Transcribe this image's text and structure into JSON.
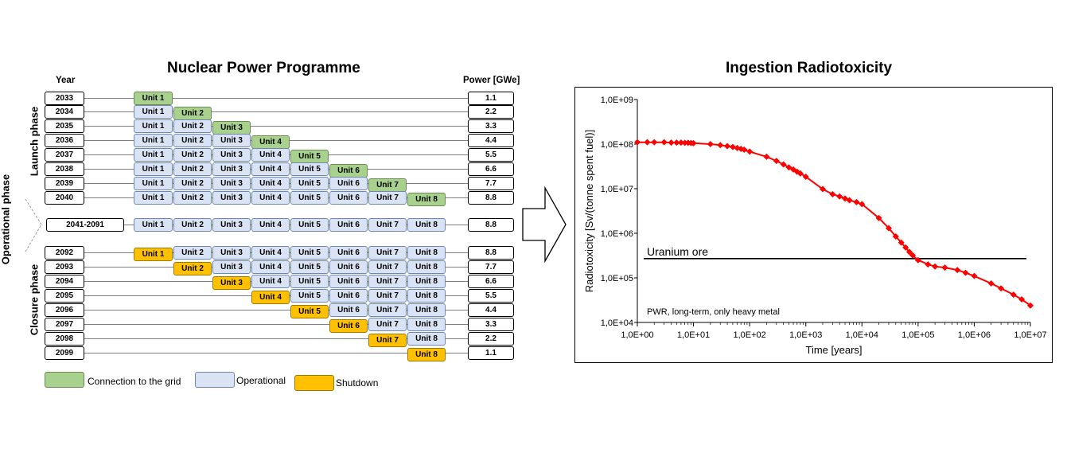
{
  "left": {
    "title": "Nuclear Power Programme",
    "year_header": "Year",
    "power_header": "Power [GWe]",
    "launch_phase_label": "Launch phase",
    "operational_phase_label": "Operational phase",
    "closure_phase_label": "Closure phase",
    "unit_labels": [
      "Unit 1",
      "Unit 2",
      "Unit 3",
      "Unit 4",
      "Unit 5",
      "Unit 6",
      "Unit 7",
      "Unit 8"
    ],
    "rows": [
      {
        "year": "2033",
        "power": "1.1",
        "units": [
          "conn"
        ]
      },
      {
        "year": "2034",
        "power": "2.2",
        "units": [
          "op",
          "conn"
        ]
      },
      {
        "year": "2035",
        "power": "3.3",
        "units": [
          "op",
          "op",
          "conn"
        ]
      },
      {
        "year": "2036",
        "power": "4.4",
        "units": [
          "op",
          "op",
          "op",
          "conn"
        ]
      },
      {
        "year": "2037",
        "power": "5.5",
        "units": [
          "op",
          "op",
          "op",
          "op",
          "conn"
        ]
      },
      {
        "year": "2038",
        "power": "6.6",
        "units": [
          "op",
          "op",
          "op",
          "op",
          "op",
          "conn"
        ]
      },
      {
        "year": "2039",
        "power": "7.7",
        "units": [
          "op",
          "op",
          "op",
          "op",
          "op",
          "op",
          "conn"
        ]
      },
      {
        "year": "2040",
        "power": "8.8",
        "units": [
          "op",
          "op",
          "op",
          "op",
          "op",
          "op",
          "op",
          "conn"
        ]
      },
      {
        "year": "2041-2091",
        "power": "8.8",
        "units": [
          "op",
          "op",
          "op",
          "op",
          "op",
          "op",
          "op",
          "op"
        ]
      },
      {
        "year": "2092",
        "power": "8.8",
        "units": [
          "shut",
          "op",
          "op",
          "op",
          "op",
          "op",
          "op",
          "op"
        ]
      },
      {
        "year": "2093",
        "power": "7.7",
        "units": [
          "",
          "shut",
          "op",
          "op",
          "op",
          "op",
          "op",
          "op"
        ]
      },
      {
        "year": "2094",
        "power": "6.6",
        "units": [
          "",
          "",
          "shut",
          "op",
          "op",
          "op",
          "op",
          "op"
        ]
      },
      {
        "year": "2095",
        "power": "5.5",
        "units": [
          "",
          "",
          "",
          "shut",
          "op",
          "op",
          "op",
          "op"
        ]
      },
      {
        "year": "2096",
        "power": "4.4",
        "units": [
          "",
          "",
          "",
          "",
          "shut",
          "op",
          "op",
          "op"
        ]
      },
      {
        "year": "2097",
        "power": "3.3",
        "units": [
          "",
          "",
          "",
          "",
          "",
          "shut",
          "op",
          "op"
        ]
      },
      {
        "year": "2098",
        "power": "2.2",
        "units": [
          "",
          "",
          "",
          "",
          "",
          "",
          "shut",
          "op"
        ]
      },
      {
        "year": "2099",
        "power": "1.1",
        "units": [
          "",
          "",
          "",
          "",
          "",
          "",
          "",
          "shut"
        ]
      }
    ],
    "legend": {
      "connection": "Connection to the grid",
      "operational": "Operational",
      "shutdown": "Shutdown"
    },
    "colors": {
      "connection": "#a9d18e",
      "operational": "#dae3f3",
      "shutdown": "#ffc000"
    }
  },
  "right": {
    "title": "Ingestion Radiotoxicity"
  },
  "chart_data": {
    "type": "line",
    "title": "",
    "xlabel": "Time [years]",
    "ylabel": "Radiotoxicity [Sv/(tonne spent fuel)]",
    "x_scale": "log",
    "y_scale": "log",
    "xlim": [
      1,
      10000000
    ],
    "ylim": [
      10000,
      1000000000
    ],
    "x_tick_labels": [
      "1,0E+00",
      "1,0E+01",
      "1,0E+02",
      "1,0E+03",
      "1,0E+04",
      "1,0E+05",
      "1,0E+06",
      "1,0E+07"
    ],
    "y_tick_labels": [
      "1,0E+04",
      "1,0E+05",
      "1,0E+06",
      "1,0E+07",
      "1,0E+08",
      "1,0E+09"
    ],
    "grid": false,
    "series": [
      {
        "color": "#ff0000",
        "x": [
          1,
          1.5,
          2,
          3,
          4,
          5,
          6,
          7,
          8,
          9,
          10,
          20,
          30,
          40,
          50,
          60,
          70,
          80,
          100,
          200,
          300,
          400,
          500,
          600,
          700,
          800,
          1000,
          2000,
          3000,
          4000,
          5000,
          6000,
          8000,
          10000,
          20000,
          30000,
          40000,
          50000,
          60000,
          70000,
          80000,
          100000,
          150000,
          200000,
          300000,
          500000,
          700000,
          1000000,
          2000000,
          3000000,
          5000000,
          7000000,
          10000000
        ],
        "y": [
          110000000,
          110000000,
          110000000,
          110000000,
          108000000,
          108000000,
          108000000,
          107000000,
          107000000,
          106000000,
          105000000,
          100000000,
          95000000,
          90000000,
          86000000,
          82000000,
          78000000,
          75000000,
          68000000,
          52000000,
          42000000,
          35000000,
          30000000,
          27000000,
          24000000,
          22000000,
          18500000,
          9800000,
          7500000,
          6700000,
          6000000,
          5500000,
          5000000,
          4500000,
          2200000,
          1300000,
          850000,
          620000,
          480000,
          380000,
          320000,
          250000,
          200000,
          180000,
          170000,
          150000,
          130000,
          110000,
          75000,
          58000,
          42000,
          33000,
          24000
        ]
      }
    ],
    "reference_line": {
      "label": "Uranium ore",
      "y": 270000
    },
    "annotation": "PWR, long-term, only heavy metal"
  }
}
